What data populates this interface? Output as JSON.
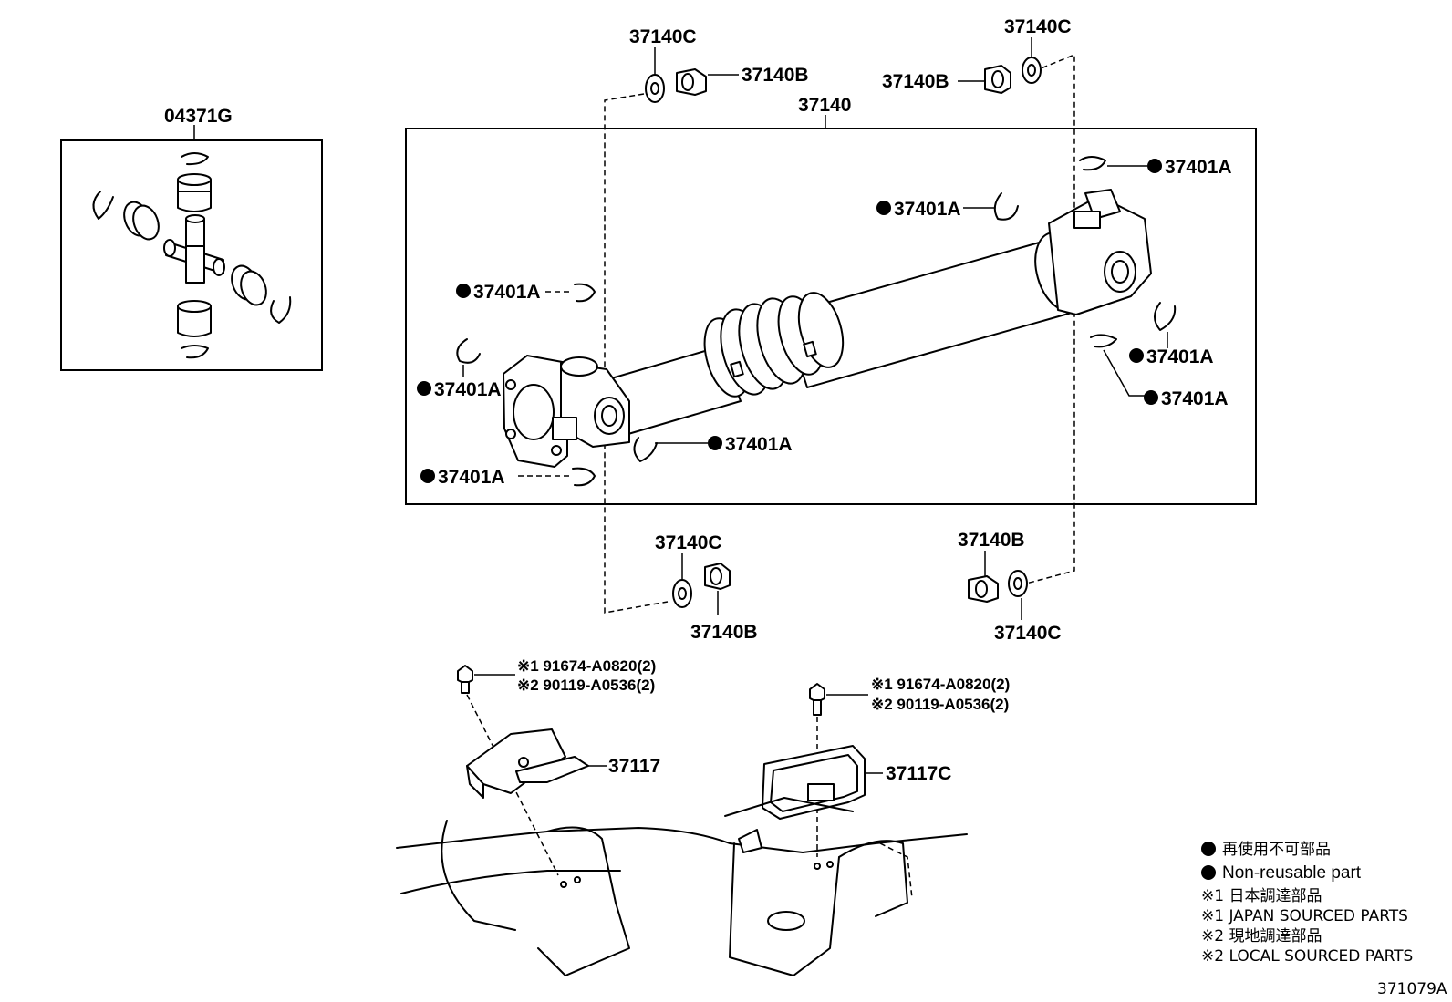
{
  "diagram": {
    "labels": {
      "cross_kit": "04371G",
      "shaft_assembly": "37140",
      "washer_c_top_left": "37140C",
      "nut_b_top_left": "37140B",
      "washer_c_top_right": "37140C",
      "nut_b_top_right": "37140B",
      "washer_c_bottom_left": "37140C",
      "nut_b_bottom_left": "37140B",
      "nut_b_bottom_right": "37140B",
      "washer_c_bottom_right": "37140C",
      "snap_ring": "37401A",
      "bolt_left_note1": "※1 91674-A0820(2)",
      "bolt_left_note2": "※2 90119-A0536(2)",
      "bolt_right_note1": "※1 91674-A0820(2)",
      "bolt_right_note2": "※2 90119-A0536(2)",
      "bracket": "37117",
      "cover": "37117C"
    },
    "legend": {
      "non_reusable_ja": "再使用不可部品",
      "non_reusable_en": "Non-reusable part",
      "japan_sourced_ja": "※1 日本調達部品",
      "japan_sourced_en": "※1 JAPAN SOURCED PARTS",
      "local_sourced_ja": "※2 現地調達部品",
      "local_sourced_en": "※2 LOCAL SOURCED PARTS"
    },
    "figure_id": "371079A"
  }
}
